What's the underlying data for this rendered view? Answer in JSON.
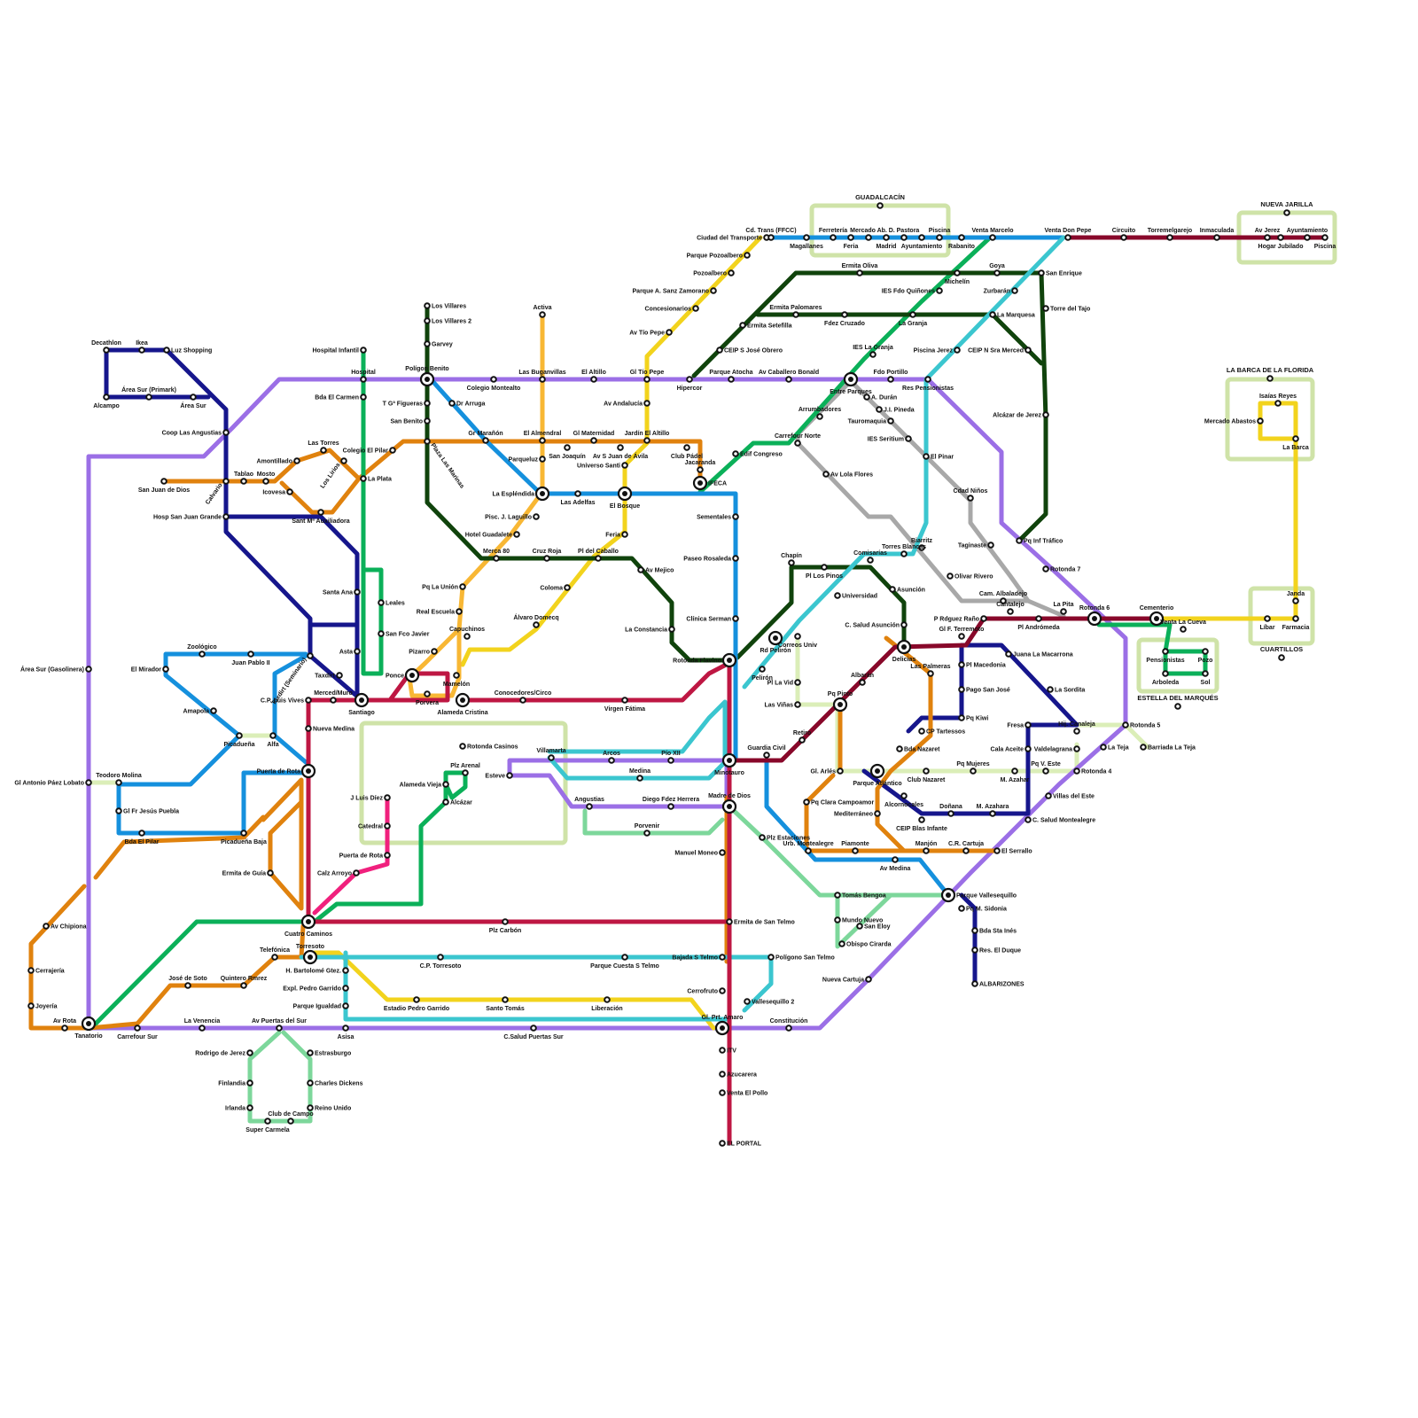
{
  "colors": {
    "purple": "#9b6fe6",
    "navy": "#16168c",
    "orange": "#e0820e",
    "yellow": "#f2d31d",
    "lightorange": "#f8b734",
    "green": "#0bb059",
    "darkgreen": "#10430c",
    "blue": "#1590dd",
    "cyan": "#3bc6cf",
    "crimson": "#be1743",
    "maroon": "#88082a",
    "pink": "#f0207d",
    "mint": "#7dd79b",
    "gray": "#a8a8a8",
    "lightgreen": "#dbeeb8",
    "zone": "#cfe3a8"
  },
  "zones": [
    {
      "name": "GUADALCACÍN"
    },
    {
      "name": "NUEVA JARILLA"
    },
    {
      "name": "LA BARCA DE LA FLORIDA"
    },
    {
      "name": "CUARTILLOS"
    },
    {
      "name": "ESTELLA DEL MARQUÉS"
    }
  ],
  "stations": [
    "Decathlon",
    "Ikea",
    "Luz Shopping",
    "Alcampo",
    "Área Sur (Primark)",
    "Área Sur",
    "Coop Las Angustias",
    "San Juan de Dios",
    "Tablao",
    "Mosto",
    "Calvario",
    "Hosp San Juan Grande",
    "Amontillado",
    "Las Torres",
    "Los Lirios",
    "Icovesa",
    "Sant Mª Auxiliadora",
    "Hospital Infantil",
    "Hospital",
    "Bda El Carmen",
    "La Plata",
    "Colegio El Pilar",
    "Leales",
    "San Fco Javier",
    "Santa Ana",
    "Asta",
    "Taxdirt",
    "Taxdirt (Seminario)",
    "Merced/Muro",
    "Santiago",
    "C.P. Luis Vives",
    "Nueva Medina",
    "Zoológico",
    "Juan Pablo II",
    "El Mirador",
    "Amapola",
    "Picadueña",
    "Alfa",
    "Puerta de Rota",
    "Teodoro Molina",
    "Gl Fr Jesús Puebla",
    "Bda El Pilar",
    "Picadueña Baja",
    "Área Sur (Gasolinera)",
    "Gl Antonio Páez Lobato",
    "Ermita de Guía",
    "Av Chipiona",
    "Cerrajería",
    "Joyería",
    "Av Rota",
    "Tanatorio",
    "Carrefour Sur",
    "La Venencia",
    "Av Puertas del Sur",
    "Asisa",
    "C.Salud Puertas Sur",
    "Rodrigo de Jerez",
    "Finlandia",
    "Irlanda",
    "Super Carmela",
    "Club de Campo",
    "Estrasburgo",
    "Charles Dickens",
    "Reino Unido",
    "José de Soto",
    "Quintero Rmrez",
    "Telefónica",
    "Torresoto",
    "Cuatro Caminos",
    "H. Bartolomé Gtez.",
    "Expl. Pedro Garrido",
    "Parque Igualdad",
    "Estadio Pedro Garrido",
    "Santo Tomás",
    "Liberación",
    "C.P. Torresoto",
    "Parque Cuesta S Telmo",
    "Bajada S Telmo",
    "Polígono San Telmo",
    "Vallesequillo 2",
    "Cerrofruto",
    "Gl. Prt. Amaro",
    "Constitución",
    "ITV",
    "Azucarera",
    "Venta El Pollo",
    "EL PORTAL",
    "Ermita de San Telmo",
    "Plz Carbón",
    "Calz Arroyo",
    "Puerta de Rota",
    "Catedral",
    "J Luis Díez",
    "Alameda Vieja",
    "Plz Arenal",
    "Alcázar",
    "Los Villares",
    "Los Villares 2",
    "Garvey",
    "Polígon Benito",
    "T Gª Figueras",
    "Dr Arruga",
    "San Benito",
    "Plaza Las Marinas",
    "Colegio Montealto",
    "Las Buganvillas",
    "El Altillo",
    "Gl Tío Pepe",
    "Activa",
    "Gr Marañón",
    "El Almendral",
    "San Joaquín",
    "Gl Maternidad",
    "Av S Juan de Ávila",
    "Jardín El Altillo",
    "Club Pádel",
    "Parqueluz",
    "La Espléndida",
    "Las Adelfas",
    "El Bosque",
    "Universo Santi",
    "Jacaranda",
    "IFECA",
    "Av Andalucía",
    "Av Tío Pepe",
    "Concesionarios",
    "Parque A. Sanz Zamorano",
    "Pozoalbero",
    "Parque Pozoalbero",
    "Ciudad del Transporte",
    "Cd. Trans (FFCC)",
    "Magallanes",
    "Ferretería",
    "Feria",
    "Mercado Ab.",
    "Madrid",
    "D. Pastora",
    "Ayuntamiento",
    "Piscina",
    "Rabanito",
    "Venta Marcelo",
    "Venta Don Pepe",
    "Circuito",
    "Torremelgarejo",
    "Inmaculada",
    "Av Jerez",
    "Hogar Jubilado",
    "Ayuntamiento",
    "Piscina",
    "Hipercor",
    "Parque Atocha",
    "Av Caballero Bonald",
    "Ermita Oliva",
    "Ermita Palomares",
    "Ermita Setefilla",
    "CEIP S José Obrero",
    "Fdez Cruzado",
    "La Granja",
    "IES Fdo Quiñones",
    "Michelín",
    "Goya",
    "Zurbarán",
    "San Enrique",
    "Torre del Tajo",
    "La Marquesa",
    "CEIP N Sra Merced",
    "Piscina Jerez",
    "IES La Granja",
    "Entre Parques",
    "Fdo Portillo",
    "Res Pensionistas",
    "A. Durán",
    "J.I. Pineda",
    "Tauromaquia",
    "IES Seritium",
    "El Pinar",
    "Alcázar de Jerez",
    "Cdad Niños",
    "Taginaste",
    "Pq Inf Tráfico",
    "Rotonda 7",
    "Olivar Rivero",
    "Cam. Albaladejo",
    "Cantalejo",
    "La Pita",
    "Pl Andrómeda",
    "Rotonda 6",
    "Cementerio",
    "Venta La Cueva",
    "Pensionistas",
    "Pozo",
    "Arboleda",
    "Sol",
    "Líbar",
    "Janda",
    "Farmacia",
    "Isaías Reyes",
    "Mercado Abastos",
    "La Barca",
    "Arrumbadores",
    "Carrefour Norte",
    "Edif Congreso",
    "Av Lola Flores",
    "Sementales",
    "Paseo Rosaleda",
    "Clínica Serman",
    "Rotonda Flavino",
    "Chapín",
    "Pl Los Pinos",
    "Comisarías",
    "Torres Blancas",
    "Biarritz",
    "Asunción",
    "C. Salud Asunción",
    "Universidad",
    "Rd Pelirón",
    "Correos Univ",
    "Pelirón",
    "Pl La Vid",
    "Las Viñas",
    "Delicias",
    "P Rdguez Raño",
    "Gl F. Terremoto",
    "Pl Macedonia",
    "Juana La Macarrona",
    "Pago San José",
    "Pq Kiwi",
    "La Sordita",
    "Hij. Canaleja",
    "Rotonda 5",
    "Barriada La Teja",
    "La Teja",
    "Fresa",
    "Cala Aceite",
    "Valdelagrana",
    "Pq V. Este",
    "Rotonda 4",
    "Pq Mujeres",
    "M. Azahar",
    "Club Nazaret",
    "Villas del Este",
    "C. Salud Montealegre",
    "Doñana",
    "M. Azahara",
    "CEIP Blas Infante",
    "Alcornocales",
    "Parque Atlántico",
    "Bda Nazaret",
    "CP Tartessos",
    "Las Palmeras",
    "Albarán",
    "Pq Pinto",
    "Retiro",
    "Gl. Arlés",
    "Pq Clara Campoamor",
    "Mediterráneo",
    "Urb. Montealegre",
    "Piamonte",
    "Av Medina",
    "Manjón",
    "C.R. Cartuja",
    "El Serrallo",
    "Parque Vallesequillo",
    "Pq M. Sidonia",
    "Bda Sta Inés",
    "Res. El Duque",
    "ALBARIZONES",
    "Tomás Bengoa",
    "Mundo Nuevo",
    "San Eloy",
    "Obispo Cirarda",
    "Nueva Cartuja",
    "Guardia Civil",
    "Minotauro",
    "Madre de Dios",
    "Plz Estaciones",
    "Manuel Moneo",
    "Villamarta",
    "Arcos",
    "Pío XII",
    "Medina",
    "Esteve",
    "Angustias",
    "Diego Fdez Herrera",
    "Porvenir",
    "Merca 80",
    "Cruz Roja",
    "Pl del Caballo",
    "Av Mejico",
    "La Constancia",
    "Coloma",
    "Álvaro Domecq",
    "Feria",
    "Hotel Guadalete",
    "Pisc. J. Laguillo",
    "Pq La Unión",
    "Real Escuela",
    "Capuchinos",
    "Pizarro",
    "Ponce",
    "Mamelón",
    "Porvera",
    "Alameda Cristina",
    "Rotonda Casinos",
    "Conocedores/Circo",
    "Virgen Fátima"
  ]
}
